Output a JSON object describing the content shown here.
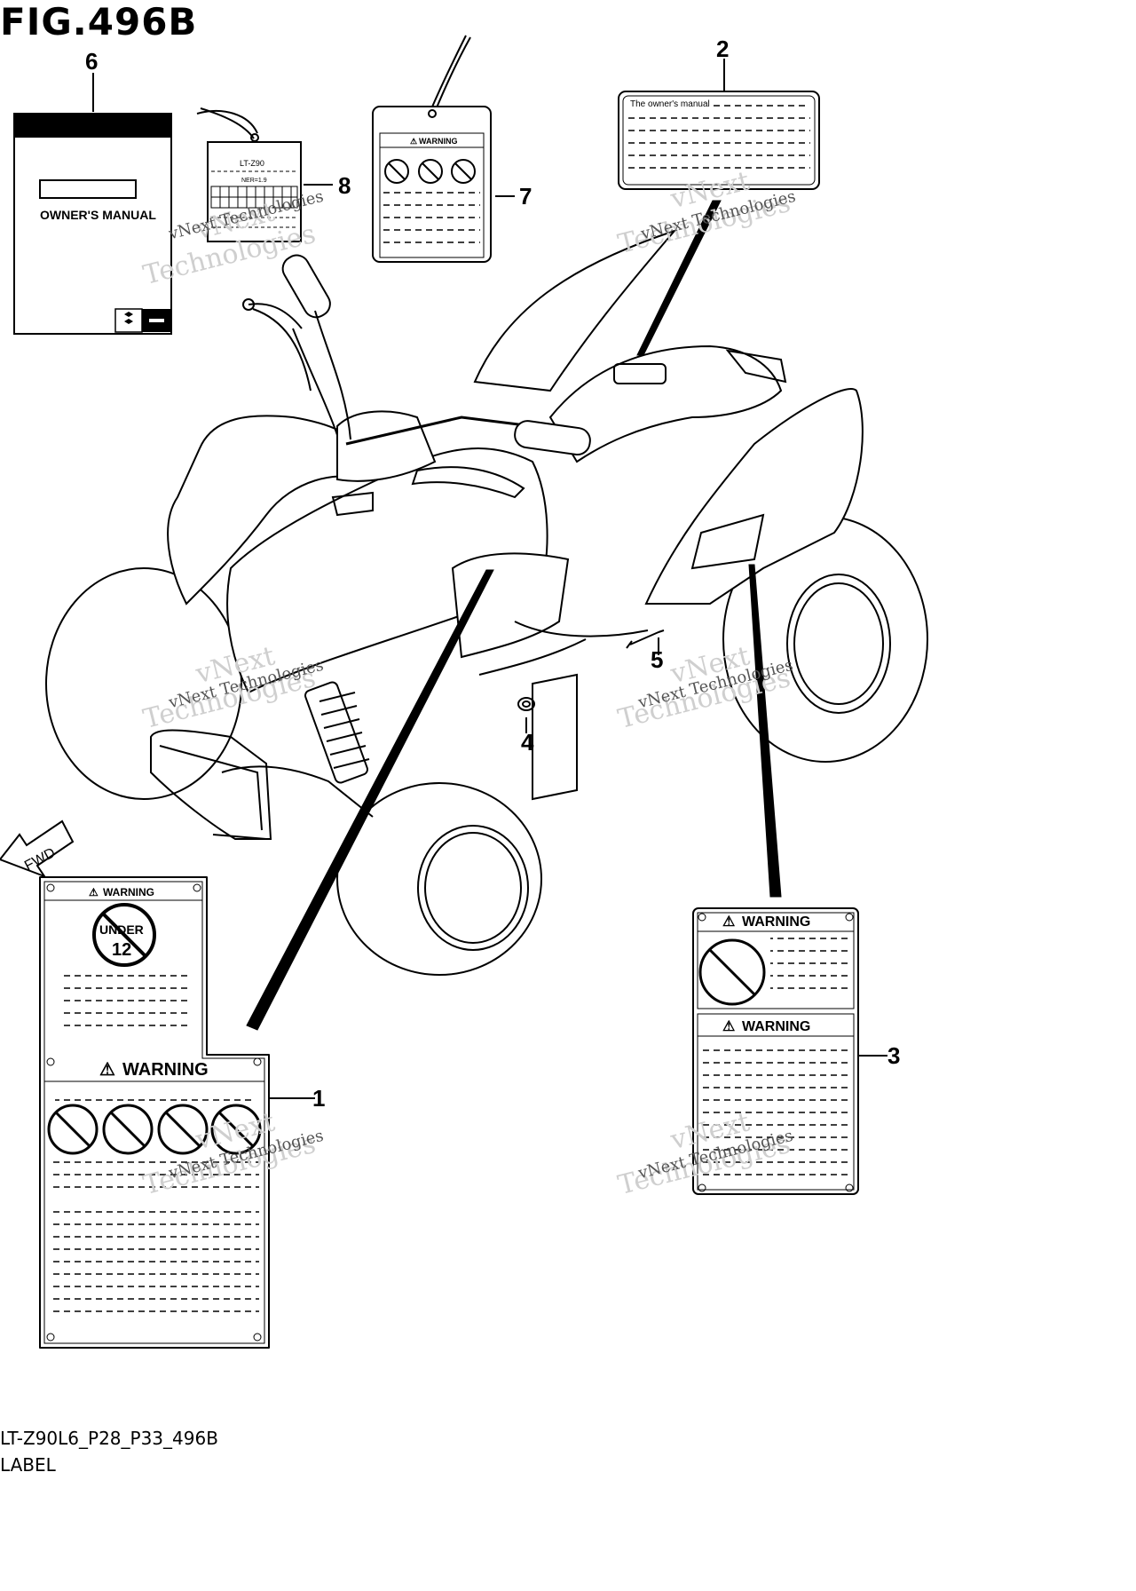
{
  "figure": {
    "title": "FIG.496B",
    "diagram_code": "LT-Z90L6_P28_P33_496B",
    "section_name": "LABEL"
  },
  "callouts": [
    "1",
    "2",
    "3",
    "4",
    "5",
    "6",
    "7",
    "8"
  ],
  "direction_arrow": "FWD",
  "owners_manual": {
    "cover_title": "OWNER'S MANUAL"
  },
  "manual_label": {
    "heading": "The owner's manual"
  },
  "tag_8": {
    "model": "LT-Z90",
    "spec": "NER=1.9"
  },
  "warnings": {
    "label_7": "WARNING",
    "label_1_top": "WARNING",
    "label_1_bottom": "WARNING",
    "label_3_top": "WARNING",
    "label_3_bottom": "WARNING"
  },
  "age_badge": {
    "line1": "UNDER",
    "line2": "12"
  },
  "watermark": {
    "line1": "vNext",
    "line2": "Technologies",
    "small": "vNext Technologies"
  }
}
